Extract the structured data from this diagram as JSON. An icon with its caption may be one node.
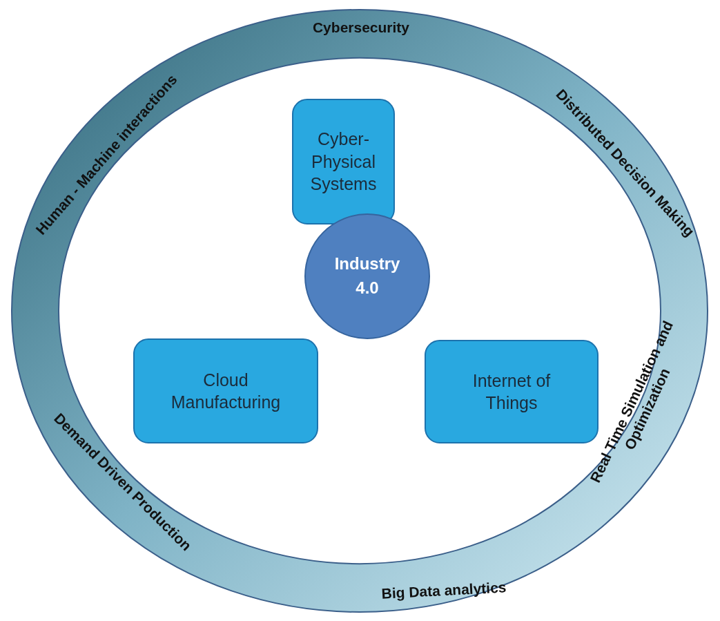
{
  "diagram": {
    "nodes": [
      {
        "text": [
          "Cybersecurity",
          "Distributed Decision Making",
          "Real Time Simulation and Optimization",
          "Big Data analytics",
          "Demand Driven Production",
          "Human - Machine interactions"
        ]
      },
      {
        "text": [
          "Industry 4.0"
        ],
        "in": 0
      },
      {
        "text": [
          "Cyber- Physical Systems"
        ],
        "in": 0
      },
      {
        "text": [
          "Cloud Manufacturing"
        ],
        "in": 0
      },
      {
        "text": [
          "Internet of Things"
        ],
        "in": 0
      }
    ],
    "edges": []
  }
}
